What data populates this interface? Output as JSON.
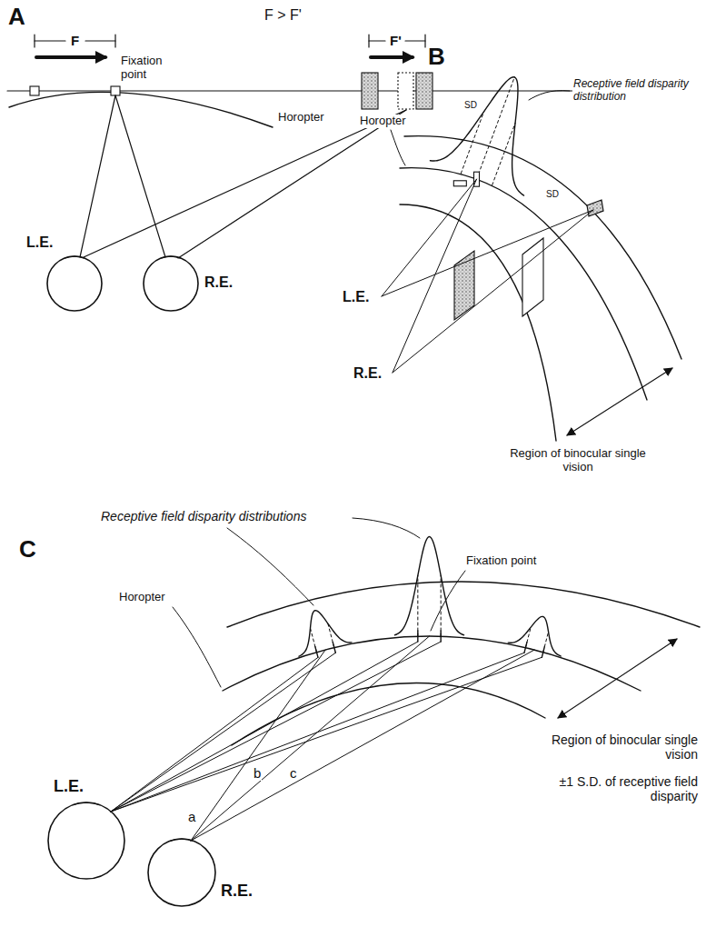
{
  "diagram": {
    "labels": [
      "A",
      "F > F'",
      "F",
      "Fixation point",
      "F'",
      "Horopter",
      "L.E.",
      "R.E.",
      "B",
      "Receptive field disparity distribution",
      "SD",
      "SD",
      "Horopter",
      "L.E.",
      "R.E.",
      "Region of binocular single vision",
      "C",
      "Receptive field disparity distributions",
      "Horopter",
      "Fixation point",
      "L.E.",
      "R.E.",
      "a",
      "b",
      "c",
      "Region of binocular single vision",
      "±1 S.D. of receptive field disparity"
    ]
  }
}
